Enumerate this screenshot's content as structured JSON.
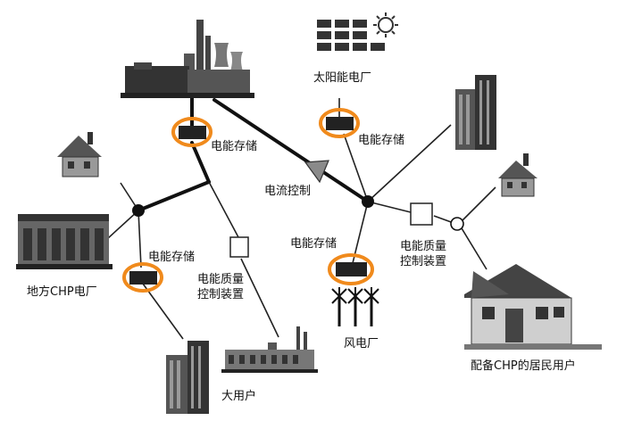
{
  "labels": {
    "solar_plant": "太阳能电厂",
    "storage_top_left": "电能存储",
    "storage_top_right": "电能存储",
    "flow_control": "电流控制",
    "storage_left": "电能存储",
    "storage_center": "电能存储",
    "local_chp": "地方CHP电厂",
    "pq_control_left_1": "电能质量",
    "pq_control_left_2": "控制装置",
    "pq_control_right_1": "电能质量",
    "pq_control_right_2": "控制装置",
    "wind_plant": "风电厂",
    "large_user": "大用户",
    "chp_residential": "配备CHP的居民用户"
  },
  "colors": {
    "storage_ring": "#f08a1c",
    "line": "#111111",
    "building": "#555555"
  }
}
